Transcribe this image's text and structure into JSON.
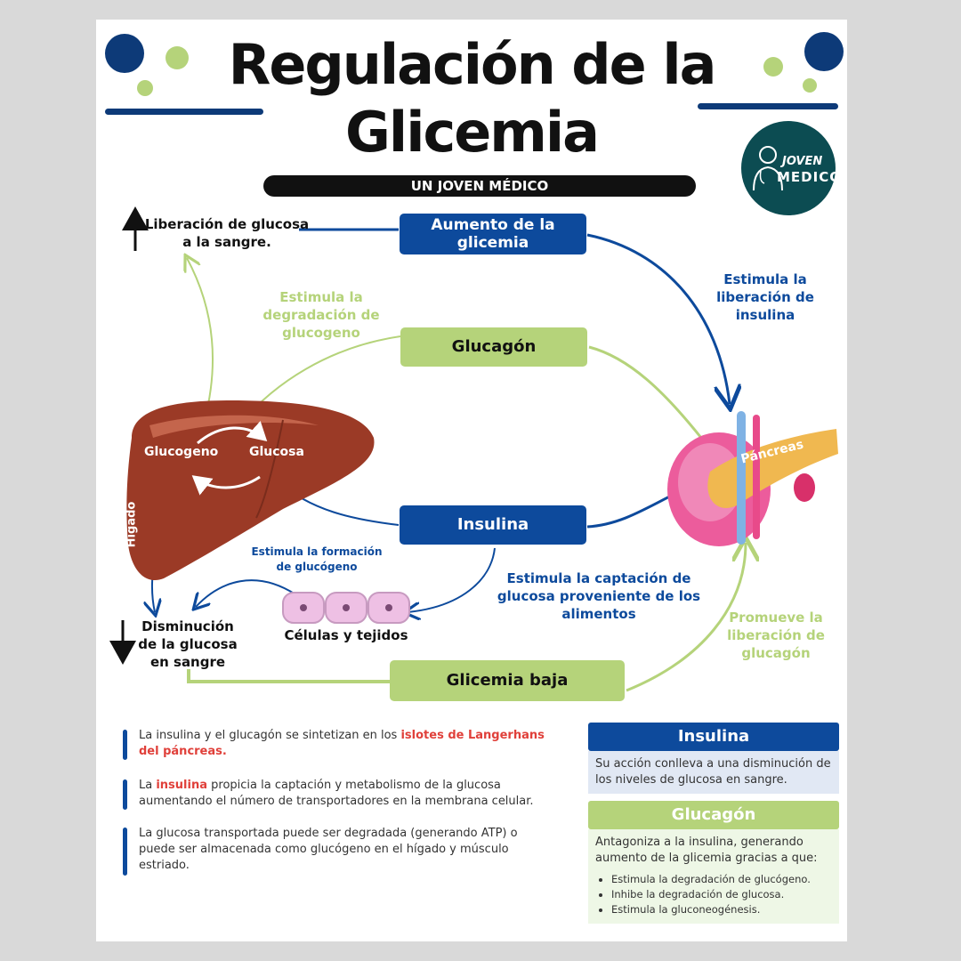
{
  "title_line1": "Regulación de la",
  "title_line2": "Glicemia",
  "subtitle": "UN JOVEN MÉDICO",
  "logo": {
    "line1": "JOVEN",
    "line2": "MEDICO",
    "icon": "doctor-icon"
  },
  "colors": {
    "navy": "#0d4a9c",
    "lime": "#b5d37a",
    "liver": "#9b3a26",
    "accent_red": "#e0403a"
  },
  "boxes": {
    "aumento": "Aumento de la glicemia",
    "glucagon": "Glucagón",
    "insulina": "Insulina",
    "glicemia_baja": "Glicemia baja"
  },
  "labels": {
    "liberacion": "Liberación de glucosa a la sangre.",
    "estimula_degradacion": "Estimula la degradación de glucogeno",
    "estimula_insulina": "Estimula la liberación de insulina",
    "glucogeno": "Glucogeno",
    "glucosa": "Glucosa",
    "higado": "Hígado",
    "pancreas": "Páncreas",
    "estimula_formacion": "Estimula la formación de glucógeno",
    "estimula_captacion": "Estimula la captación de glucosa proveniente de los alimentos",
    "disminucion": "Disminución de la glucosa en sangre",
    "celulas": "Células y tejidos",
    "promueve": "Promueve la liberación de glucagón"
  },
  "notes": [
    {
      "pre": "La insulina y el glucagón se sintetizan en los ",
      "hl": "islotes de Langerhans del páncreas.",
      "post": ""
    },
    {
      "pre": "La ",
      "hl": "insulina",
      "post": " propicia la captación y metabolismo de la glucosa aumentando el número de transportadores en la membrana celular."
    },
    {
      "pre": "La glucosa transportada puede ser degradada (generando ATP) o puede ser almacenada como glucógeno en el hígado y músculo estriado.",
      "hl": "",
      "post": ""
    }
  ],
  "cards": {
    "insulina": {
      "title": "Insulina",
      "body": "Su acción conlleva a una disminución de los niveles de glucosa en sangre."
    },
    "glucagon": {
      "title": "Glucagón",
      "body": "Antagoniza a la insulina, generando aumento de la glicemia gracias a que:",
      "items": [
        "Estimula la degradación de glucógeno.",
        "Inhibe la degradación de glucosa.",
        "Estimula la gluconeogénesis."
      ]
    }
  }
}
